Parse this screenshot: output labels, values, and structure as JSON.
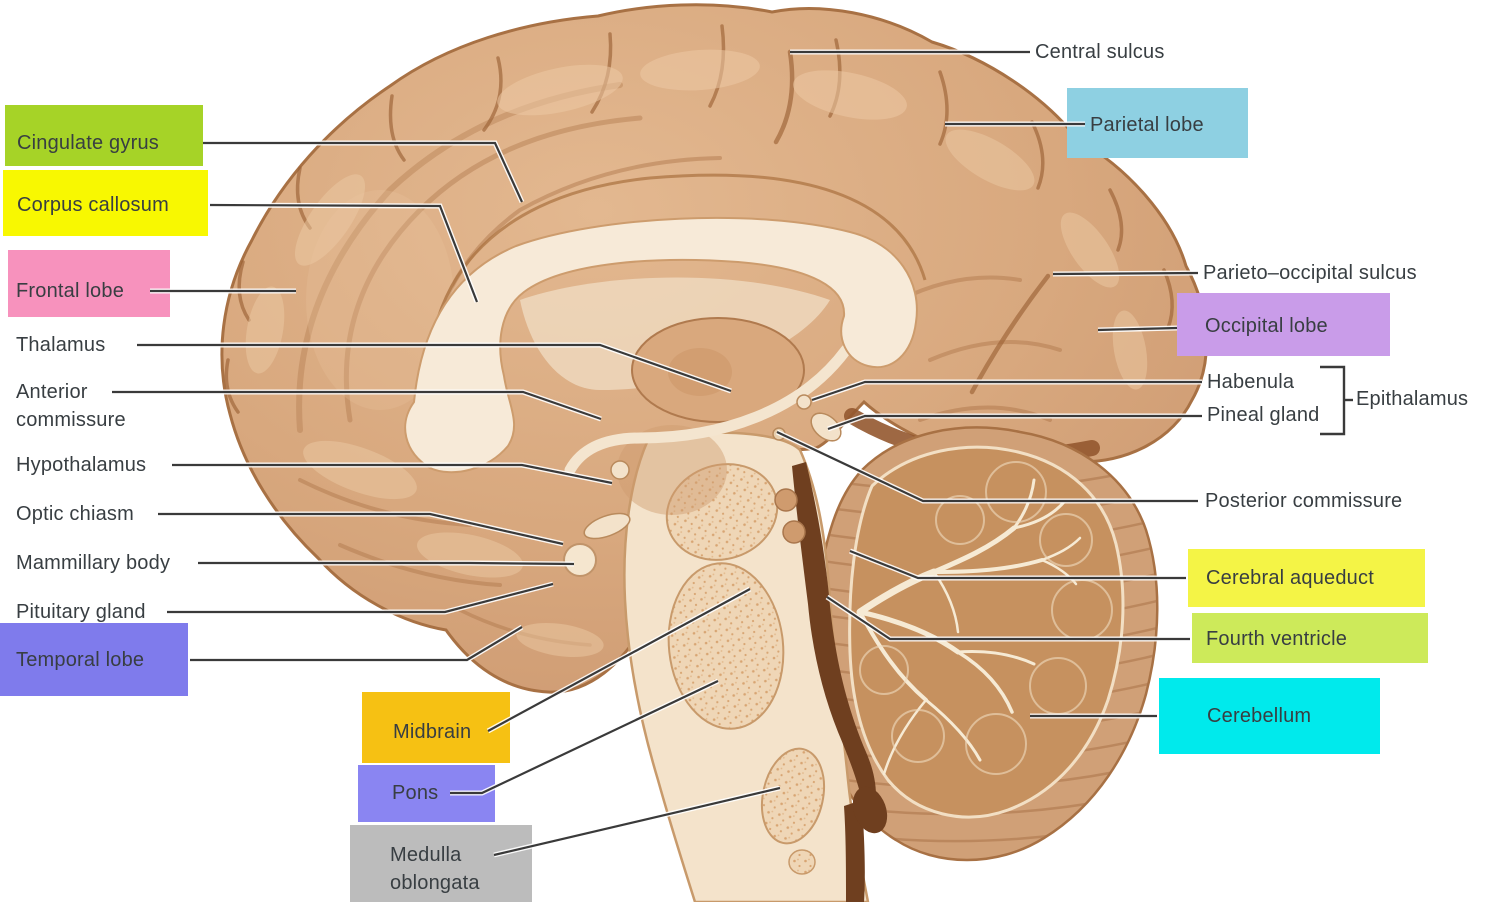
{
  "diagram": {
    "type": "anatomical-diagram",
    "subject": "Mid-sagittal section of the human brain with labeled structures",
    "background_color": "#ffffff",
    "label_text_color": "#383e42",
    "leader_line_color": "#3a3a3a"
  },
  "labels": [
    {
      "id": "cingulate-gyrus",
      "text": "Cingulate gyrus",
      "box_color": "#a6d327"
    },
    {
      "id": "corpus-callosum",
      "text": "Corpus callosum",
      "box_color": "#f8f801"
    },
    {
      "id": "frontal-lobe",
      "text": "Frontal lobe",
      "box_color": "#f792bd"
    },
    {
      "id": "thalamus",
      "text": "Thalamus",
      "box_color": null
    },
    {
      "id": "anterior-commissure",
      "text": "Anterior\ncommissure",
      "box_color": null
    },
    {
      "id": "hypothalamus",
      "text": "Hypothalamus",
      "box_color": null
    },
    {
      "id": "optic-chiasm",
      "text": "Optic chiasm",
      "box_color": null
    },
    {
      "id": "mammillary-body",
      "text": "Mammillary body",
      "box_color": null
    },
    {
      "id": "pituitary-gland",
      "text": "Pituitary gland",
      "box_color": null
    },
    {
      "id": "temporal-lobe",
      "text": "Temporal lobe",
      "box_color": "#7f7bec"
    },
    {
      "id": "midbrain",
      "text": "Midbrain",
      "box_color": "#f6c113"
    },
    {
      "id": "pons",
      "text": "Pons",
      "box_color": "#8a85f2"
    },
    {
      "id": "medulla-oblongata",
      "text": "Medulla\noblongata",
      "box_color": "#bcbcbc"
    },
    {
      "id": "central-sulcus",
      "text": "Central sulcus",
      "box_color": null
    },
    {
      "id": "parietal-lobe",
      "text": "Parietal lobe",
      "box_color": "#8ed0e2"
    },
    {
      "id": "parieto-occipital-sulcus",
      "text": "Parieto–occipital sulcus",
      "box_color": null
    },
    {
      "id": "occipital-lobe",
      "text": "Occipital lobe",
      "box_color": "#c99ce9"
    },
    {
      "id": "habenula",
      "text": "Habenula",
      "box_color": null
    },
    {
      "id": "pineal-gland",
      "text": "Pineal gland",
      "box_color": null
    },
    {
      "id": "epithalamus",
      "text": "Epithalamus",
      "box_color": null
    },
    {
      "id": "posterior-commissure",
      "text": "Posterior commissure",
      "box_color": null
    },
    {
      "id": "cerebral-aqueduct",
      "text": "Cerebral aqueduct",
      "box_color": "#f4f446"
    },
    {
      "id": "fourth-ventricle",
      "text": "Fourth ventricle",
      "box_color": "#cdea5a"
    },
    {
      "id": "cerebellum",
      "text": "Cerebellum",
      "box_color": "#00eaec"
    }
  ],
  "illustration_palette": {
    "cortex": "#d8a87e",
    "cortex_highlight": "#ecc9a4",
    "cortex_shadow": "#b27a4e",
    "outline": "#a87144",
    "white_matter_cream": "#f7ead8",
    "speckle_base": "#efd6b6",
    "deep_shadow_brown": "#6f3f1f",
    "cerebellum_body": "#d0a077",
    "arbor_vitae_cream": "#f6ead4"
  }
}
